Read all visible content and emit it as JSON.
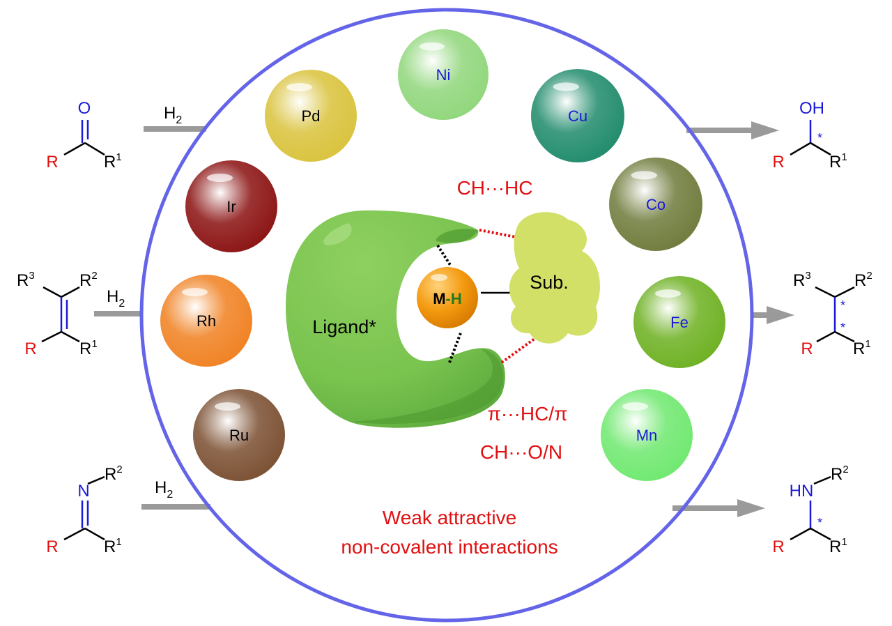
{
  "colors": {
    "ring": "#6464e8",
    "red": "#e01010",
    "blue": "#1a1ad6",
    "arrow": "#9a9a9a",
    "ligand": "#79c34f",
    "ligand_dark": "#5aa83a",
    "mh": "#f39a10",
    "substrate": "#d2e068",
    "black": "#000000"
  },
  "metals": [
    {
      "label": "Ni",
      "color": "#8fd67a",
      "label_color": "#1a1ad6"
    },
    {
      "label": "Pd",
      "color": "#d9c23a",
      "label_color": "#000000"
    },
    {
      "label": "Cu",
      "color": "#1e8a6a",
      "label_color": "#1a1ad6"
    },
    {
      "label": "Ir",
      "color": "#8a1010",
      "label_color": "#000000"
    },
    {
      "label": "Co",
      "color": "#6e7a3a",
      "label_color": "#1a1ad6"
    },
    {
      "label": "Rh",
      "color": "#f08020",
      "label_color": "#000000"
    },
    {
      "label": "Fe",
      "color": "#6cb020",
      "label_color": "#1a1ad6"
    },
    {
      "label": "Ru",
      "color": "#7a4e30",
      "label_color": "#000000"
    },
    {
      "label": "Mn",
      "color": "#6ee86e",
      "label_color": "#1a1ad6"
    }
  ],
  "center": {
    "ligand": "Ligand*",
    "mh_m": "M",
    "mh_dash": "-",
    "mh_h": "H",
    "substrate": "Sub."
  },
  "interactions": {
    "top": "CH···HC",
    "pi": "π···HC/π",
    "cho": "CH···O/N",
    "caption_line1": "Weak attractive",
    "caption_line2": "non-covalent interactions"
  },
  "reagent": {
    "main": "H",
    "sub": "2"
  },
  "ketone": {
    "heteroatom": "O",
    "r": "R",
    "r1_main": "R",
    "r1_sup": "1"
  },
  "alcohol": {
    "oh": "OH",
    "star": "*",
    "r": "R",
    "r1_main": "R",
    "r1_sup": "1"
  },
  "alkene": {
    "r3_main": "R",
    "r3_sup": "3",
    "r2_main": "R",
    "r2_sup": "2",
    "r": "R",
    "r1_main": "R",
    "r1_sup": "1"
  },
  "alkane": {
    "r3_main": "R",
    "r3_sup": "3",
    "r2_main": "R",
    "r2_sup": "2",
    "r": "R",
    "r1_main": "R",
    "r1_sup": "1",
    "star": "*"
  },
  "imine": {
    "n": "N",
    "r2_main": "R",
    "r2_sup": "2",
    "r": "R",
    "r1_main": "R",
    "r1_sup": "1"
  },
  "amine": {
    "hn": "HN",
    "r2_main": "R",
    "r2_sup": "2",
    "r": "R",
    "r1_main": "R",
    "r1_sup": "1",
    "star": "*"
  }
}
